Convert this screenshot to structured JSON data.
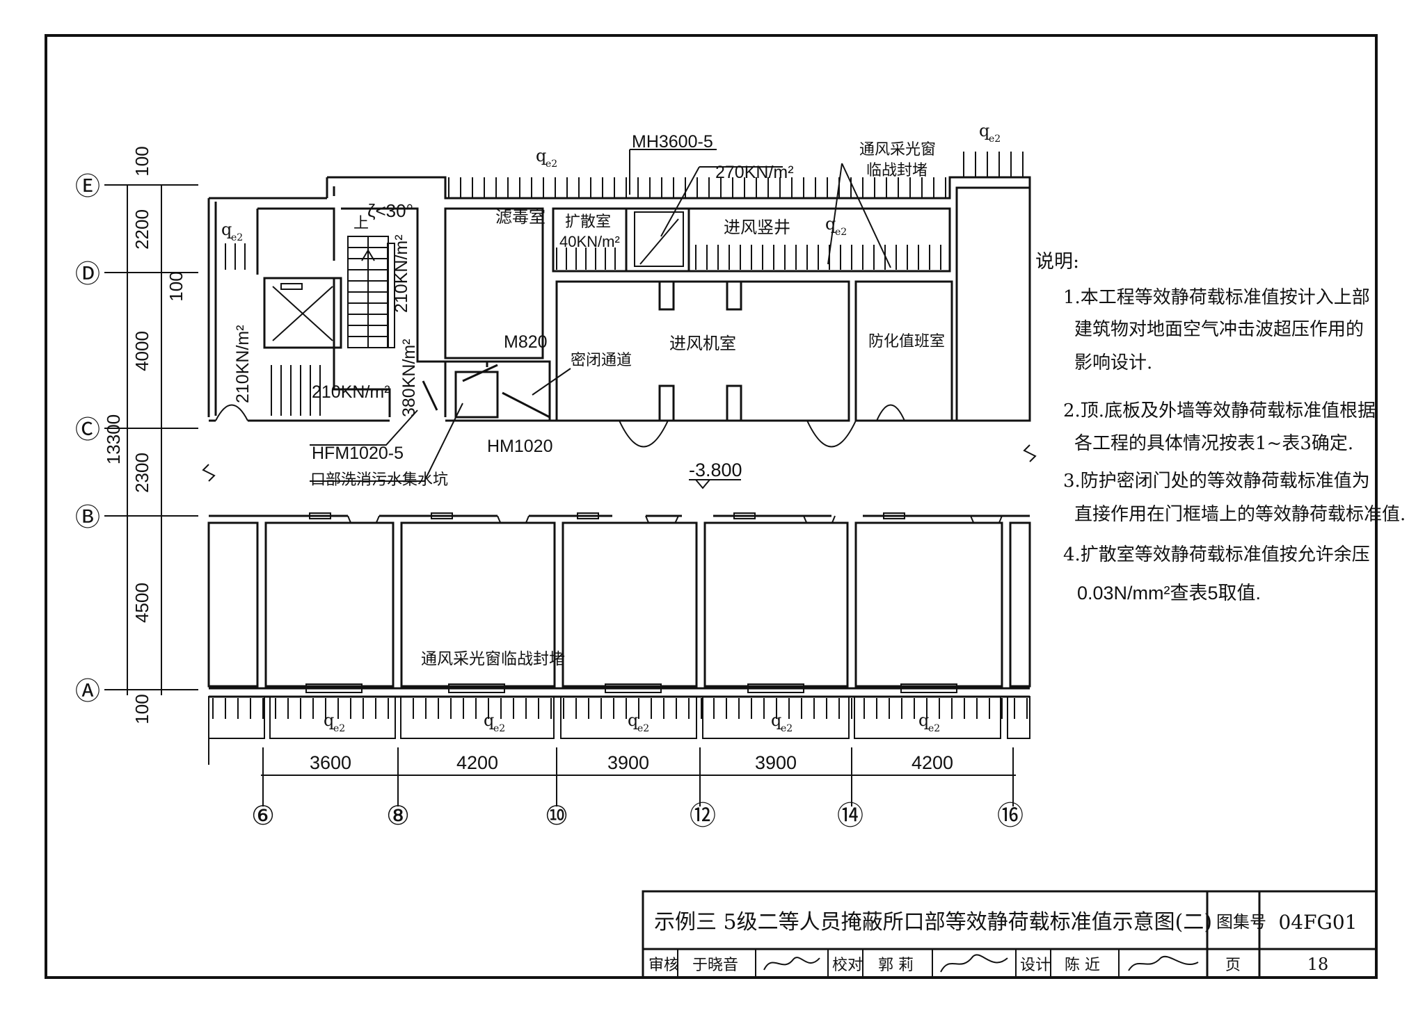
{
  "plan": {
    "axes_letters": [
      "Ⓔ",
      "Ⓓ",
      "Ⓒ",
      "Ⓑ",
      "Ⓐ"
    ],
    "axes_numbers": [
      "⑥",
      "⑧",
      "⑩",
      "⑫",
      "⑭",
      "⑯"
    ],
    "left_dims": [
      "100",
      "2200",
      "100",
      "4000",
      "13300",
      "2300",
      "4500",
      "100"
    ],
    "bottom_dims": [
      "3600",
      "4200",
      "3900",
      "3900",
      "4200"
    ],
    "load_symbol": "q",
    "load_symbol_sub": "e2",
    "labels": {
      "door_mh": "MH3600-5",
      "load_270": "270KN/m²",
      "vent_window_1": "通风采光窗",
      "vent_window_2": "临战封堵",
      "angle": "ζ<30°",
      "up": "上",
      "filter_room": "滤毒室",
      "diffusion_room_1": "扩散室",
      "diffusion_room_2": "40KN/m²",
      "intake_shaft": "进风竖井",
      "load_210_a": "210KN/m²",
      "load_210_b": "210KN/m²",
      "load_210_c": "210KN/m²",
      "load_380": "380KN/m²",
      "door_m820": "M820",
      "airlock": "密闭通道",
      "intake_room": "进风机室",
      "guard_room": "防化值班室",
      "door_hfm": "HFM1020-5",
      "door_hm": "HM1020",
      "sump": "口部洗消污水集水坑",
      "elevation": "-3.800",
      "lower_window": "通风采光窗临战封堵"
    }
  },
  "notes": {
    "title": "说明:",
    "items": [
      "1.本工程等效静荷载标准值按计入上部",
      "建筑物对地面空气冲击波超压作用的",
      "影响设计.",
      "2.顶.底板及外墙等效静荷载标准值根据",
      "各工程的具体情况按表1~表3确定.",
      "3.防护密闭门处的等效静荷载标准值为",
      "直接作用在门框墙上的等效静荷载标准值.",
      "4.扩散室等效静荷载标准值按允许余压",
      "0.03N/mm²查表5取值."
    ]
  },
  "title_block": {
    "drawing_title": "示例三    5级二等人员掩蔽所口部等效静荷载标准值示意图(二)",
    "atlas_label": "图集号",
    "atlas_no": "04FG01",
    "review_label": "审核",
    "reviewer": "于晓音",
    "check_label": "校对",
    "checker": "郭 莉",
    "design_label": "设计",
    "designer": "陈 近",
    "page_label": "页",
    "page_no": "18"
  }
}
